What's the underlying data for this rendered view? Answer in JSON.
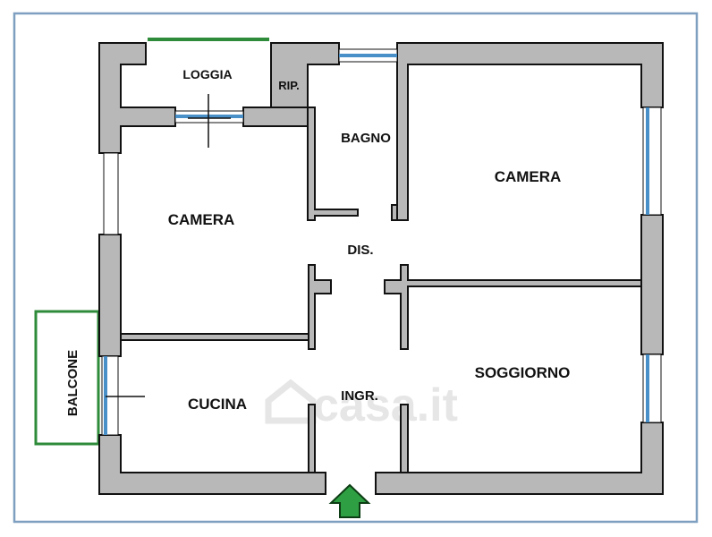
{
  "colors": {
    "wall": "#b8b8b8",
    "wall_outline": "#111111",
    "window_glass": "#4a90c8",
    "balcony_green": "#2e8b3a",
    "arrow_fill": "#2ea043",
    "arrow_outline": "#0d3d14",
    "border": "#7f9fc0",
    "watermark": "#e6e6e6"
  },
  "rooms": {
    "loggia": "LOGGIA",
    "rip": "RIP.",
    "bagno": "BAGNO",
    "camera_left": "CAMERA",
    "camera_right": "CAMERA",
    "dis": "DIS.",
    "soggiorno": "SOGGIORNO",
    "ingr": "INGR.",
    "cucina": "CUCINA",
    "balcone": "BALCONE"
  },
  "watermark": {
    "text": "casa.it"
  },
  "icons": {
    "entrance": "entrance-arrow-icon"
  }
}
